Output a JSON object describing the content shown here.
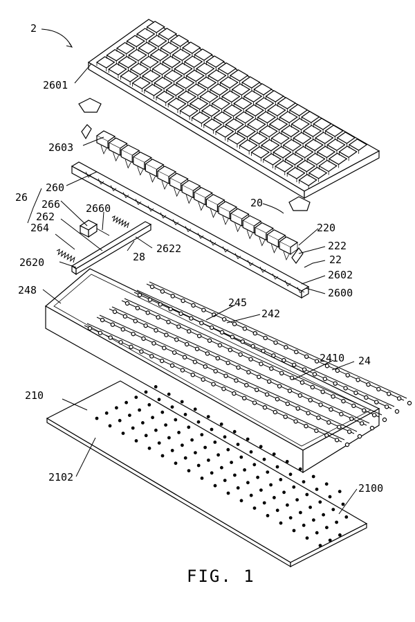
{
  "figure": {
    "caption": "FIG. 1",
    "labels": {
      "l2": "2",
      "l2601": "2601",
      "l2603": "2603",
      "l260": "260",
      "l26": "26",
      "l266": "266",
      "l2660": "2660",
      "l262": "262",
      "l264": "264",
      "l2620": "2620",
      "l28": "28",
      "l2622": "2622",
      "l20": "20",
      "l220": "220",
      "l222": "222",
      "l22": "22",
      "l2602": "2602",
      "l2600": "2600",
      "l248": "248",
      "l245": "245",
      "l242": "242",
      "l2410": "2410",
      "l24": "24",
      "l210": "210",
      "l2102": "2102",
      "l2100": "2100"
    }
  }
}
